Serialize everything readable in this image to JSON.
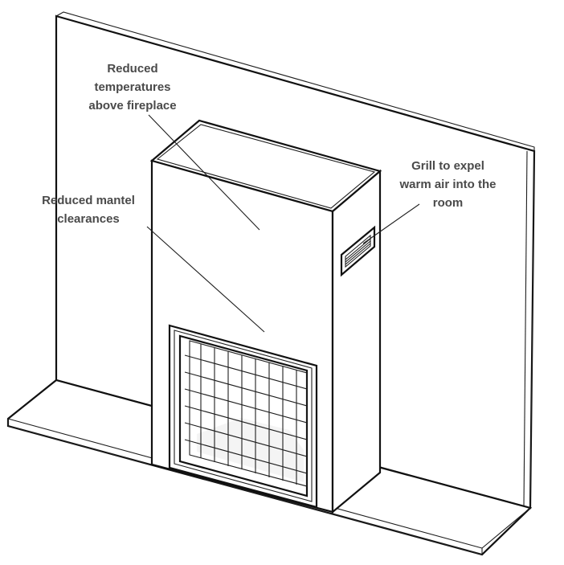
{
  "labels": {
    "temperatures": [
      "Reduced",
      "temperatures",
      "above fireplace"
    ],
    "mantel": [
      "Reduced mantel",
      "clearances"
    ],
    "grill": [
      "Grill to expel",
      "warm air into the",
      "room"
    ]
  }
}
